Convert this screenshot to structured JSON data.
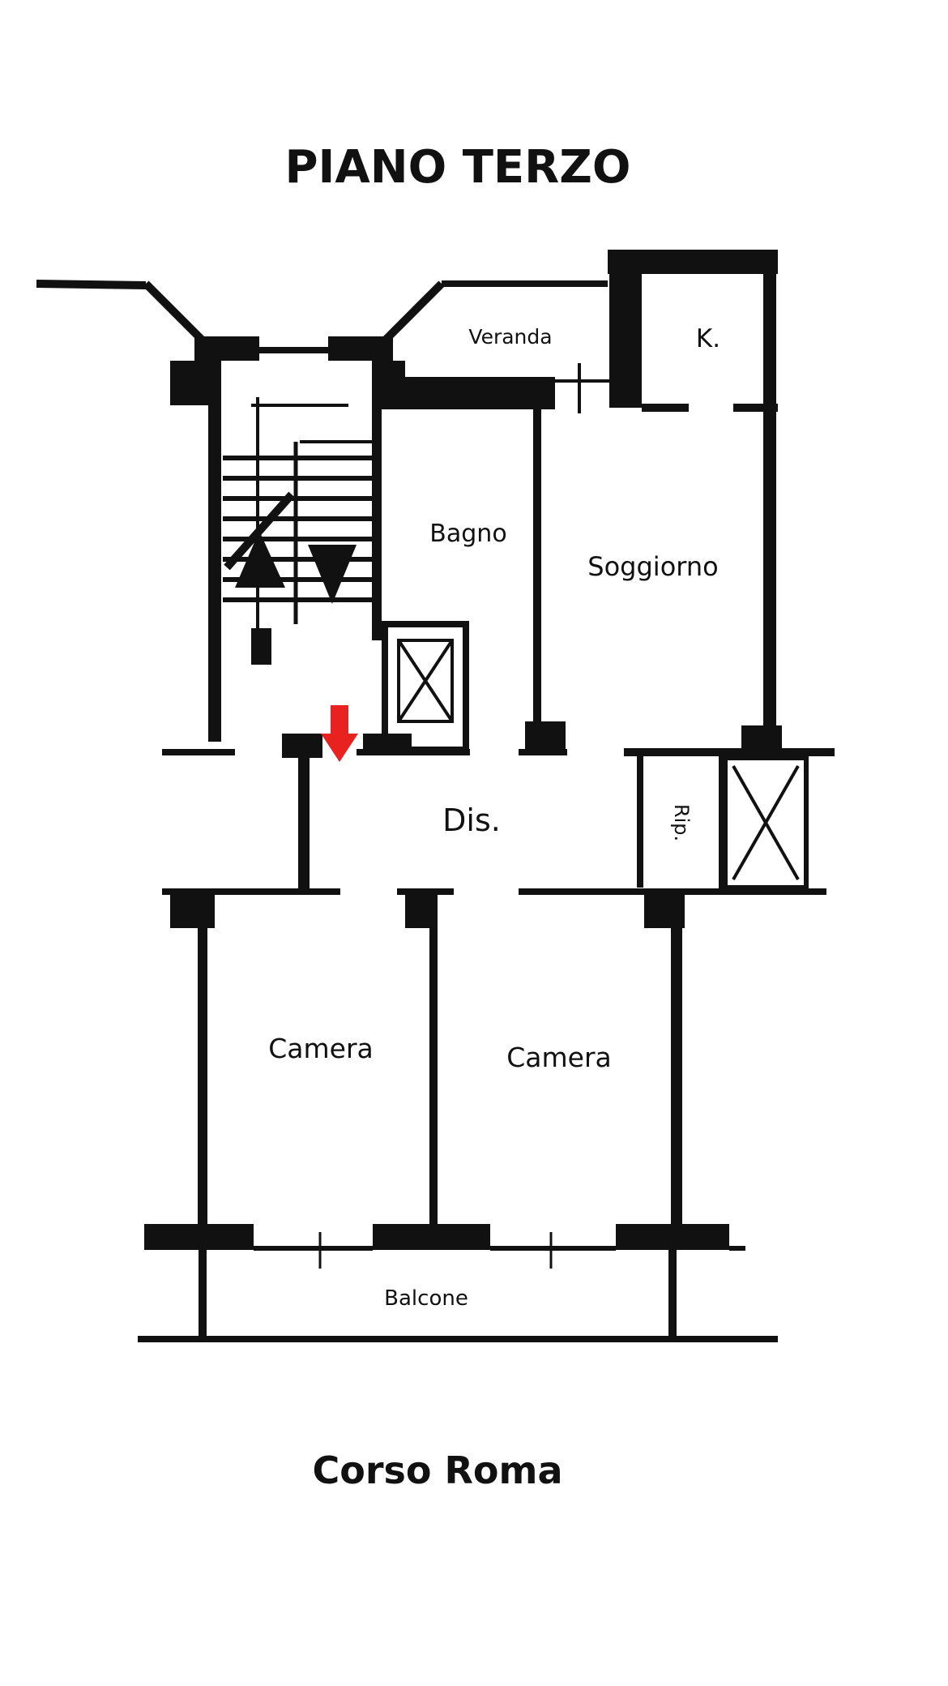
{
  "title": "PIANO TERZO",
  "street": "Corso Roma",
  "rooms": {
    "veranda": "Veranda",
    "kitchen": "K.",
    "bathroom": "Bagno",
    "living": "Soggiorno",
    "hall": "Dis.",
    "storage": "Rip.",
    "bedroom_left": "Camera",
    "bedroom_right": "Camera",
    "balcony": "Balcone"
  },
  "colors": {
    "wall": "#111111",
    "entrance_arrow": "#e8221f",
    "background": "#ffffff"
  }
}
